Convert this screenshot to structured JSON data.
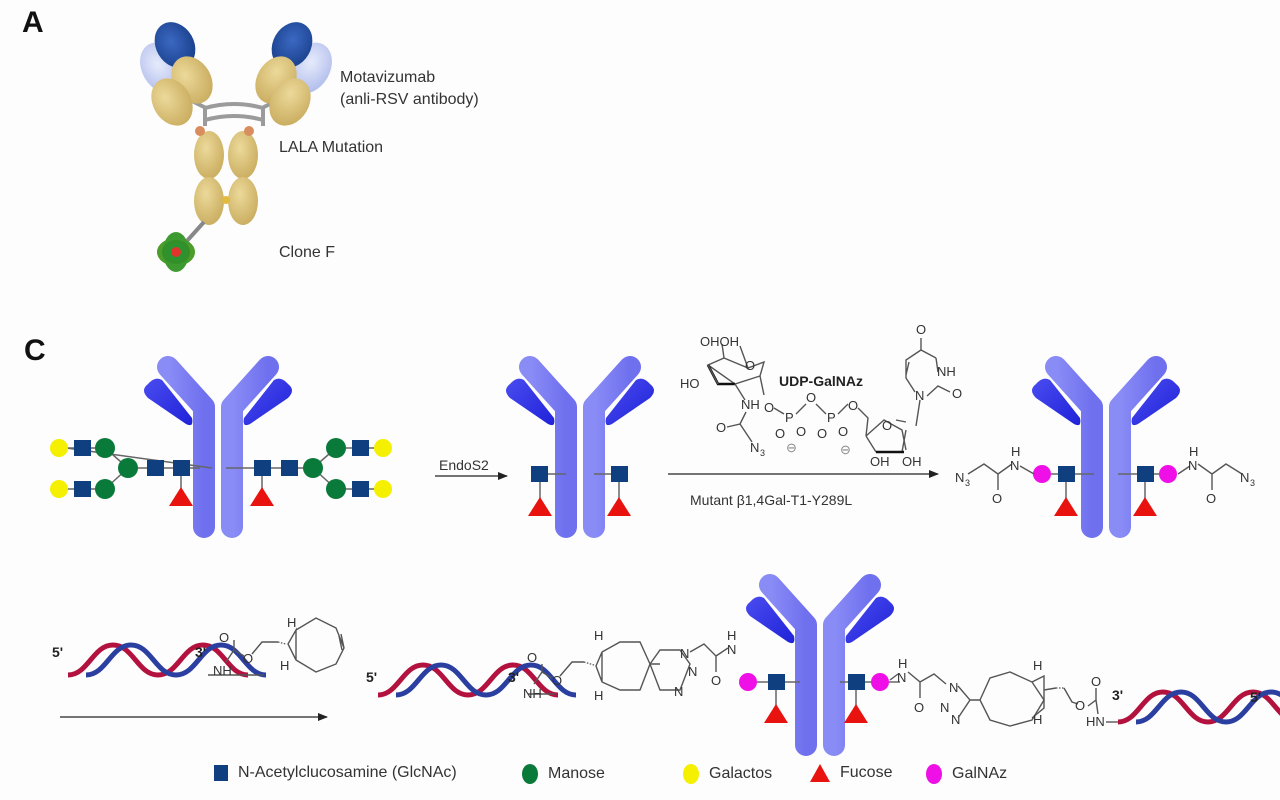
{
  "panels": {
    "a": {
      "letter": "A",
      "labels": {
        "antibody_name": "Motavizumab",
        "antibody_desc": "(anli-RSV antibody)",
        "mutation": "LALA Mutation",
        "fusion": "Clone F"
      }
    },
    "c": {
      "letter": "C",
      "step1_enzyme": "EndoS2",
      "step2_reagent": "UDP-GalNAz",
      "step2_enzyme": "Mutant β1,4Gal-T1-Y289L",
      "chem_labels": {
        "ohoh": "OHOH",
        "ho": "HO",
        "nh": "NH",
        "o": "O",
        "p": "P",
        "n3": "N",
        "n3_sub": "3",
        "oh": "OH",
        "n": "N",
        "h": "H",
        "hn": "HN",
        "minus": "⊖"
      },
      "dna_5prime": "5'",
      "dna_3prime": "3'"
    }
  },
  "colors": {
    "glcnac": "#0f3f7f",
    "mannose": "#0a7a3a",
    "galactose": "#f5f000",
    "fucose": "#e8120e",
    "galnaz": "#ee10e6",
    "antibody_heavy": "#7b7cf2",
    "antibody_light": "#3030e8",
    "dna_red": "#b3123e",
    "dna_blue": "#2a3fa0"
  },
  "legend": {
    "items": [
      {
        "shape": "square",
        "label": "N-Acetylclucosamine (GlcNAc)"
      },
      {
        "shape": "circle-green",
        "label": "Manose"
      },
      {
        "shape": "circle-yellow",
        "label": "Galactos"
      },
      {
        "shape": "triangle",
        "label": "Fucose"
      },
      {
        "shape": "circle-magenta",
        "label": "GalNAz"
      }
    ]
  }
}
